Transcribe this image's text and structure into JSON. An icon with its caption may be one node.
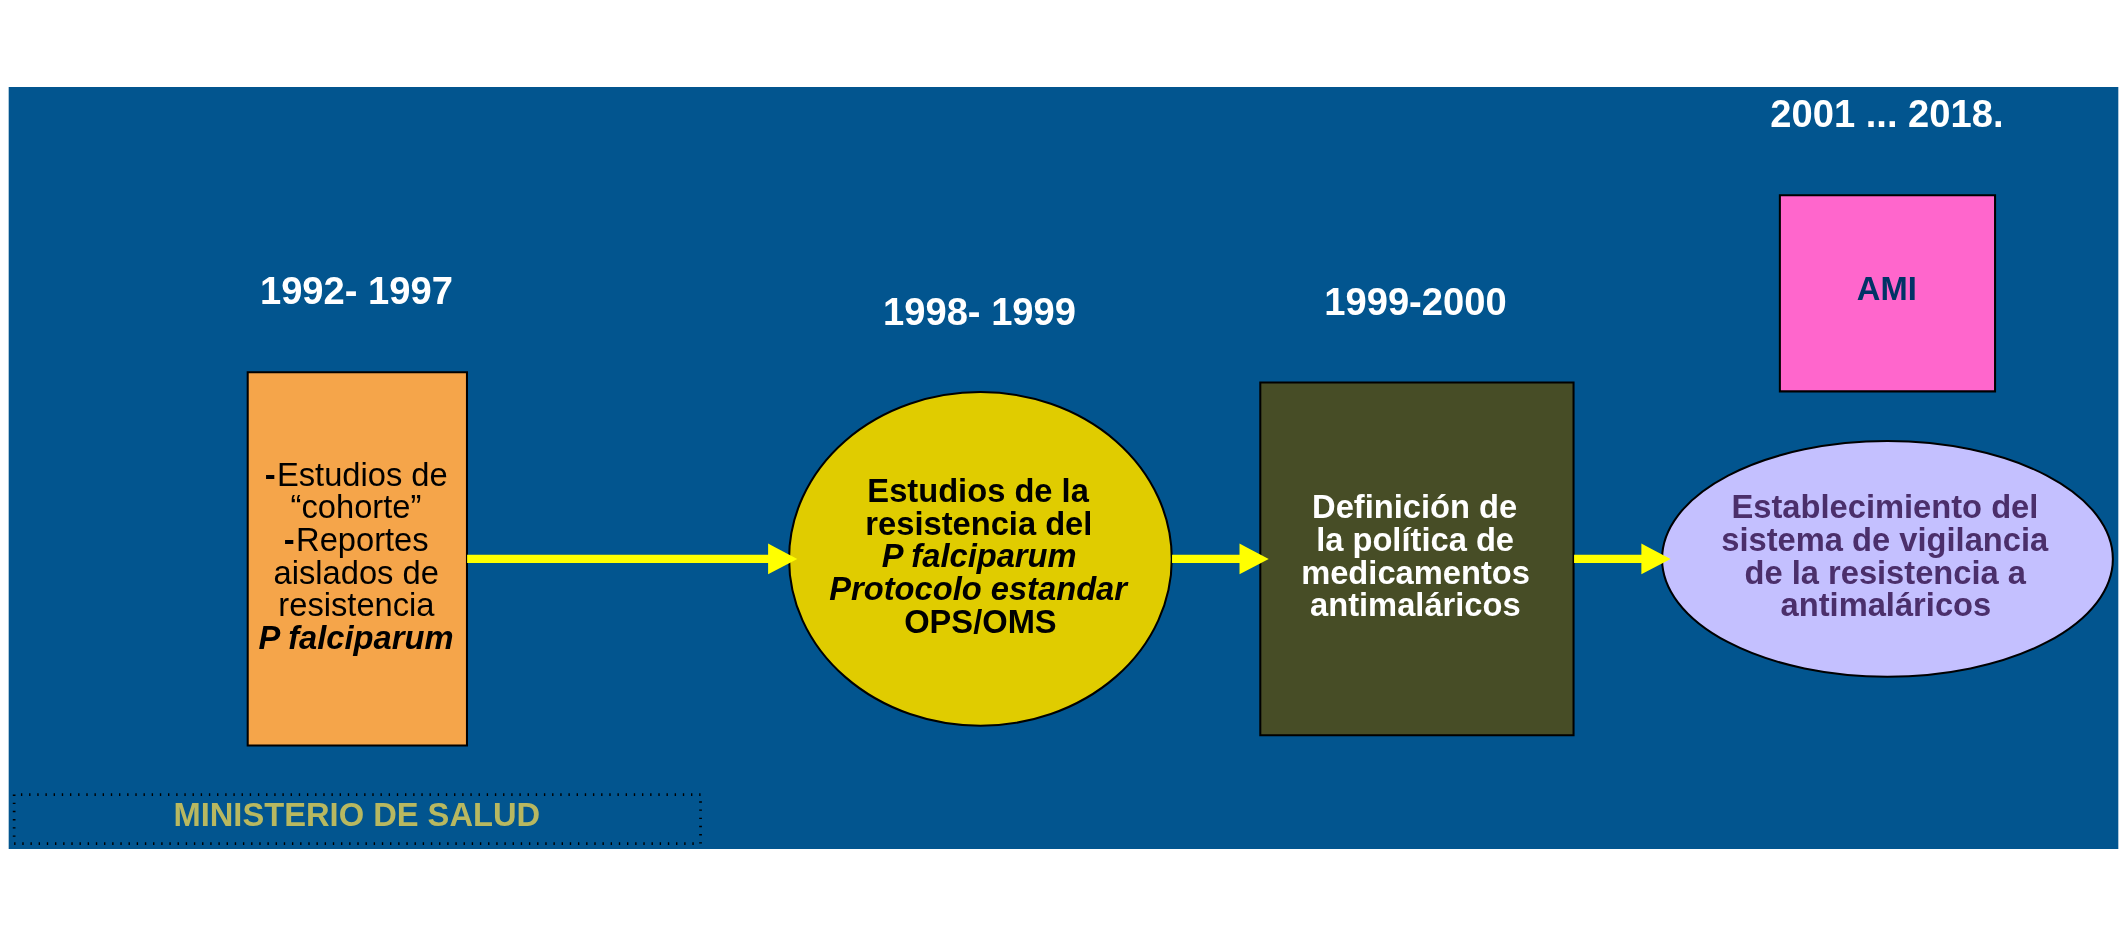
{
  "diagram": {
    "nodes": [
      {
        "text": [
          "**-**Estudios de “cohorte” **-**Reportes aislados de resistencia",
          "P falciparum"
        ]
      },
      {
        "text": [
          "Estudios de la resistencia del *P falciparum* *Protocolo estandar* OPS/OMS"
        ]
      },
      {
        "text": [
          "Definición de la política de medicamentos antimaláricos"
        ]
      },
      {
        "text": [
          "Establecimiento del sistema de vigilancia de la resistencia a antimaláricos"
        ]
      },
      {
        "text": [
          "AMI"
        ]
      },
      {
        "text": [
          "MINISTERIO DE SALUD"
        ]
      }
    ],
    "edges": [
      {
        "from": 0,
        "to": 1,
        "arrow": "to"
      },
      {
        "from": 1,
        "to": 2,
        "arrow": "to"
      },
      {
        "from": 2,
        "to": 3,
        "arrow": "to"
      }
    ],
    "labels": [
      "1992- 1997",
      "1998- 1999",
      "1999-2000",
      "2001 ... 2018."
    ]
  }
}
